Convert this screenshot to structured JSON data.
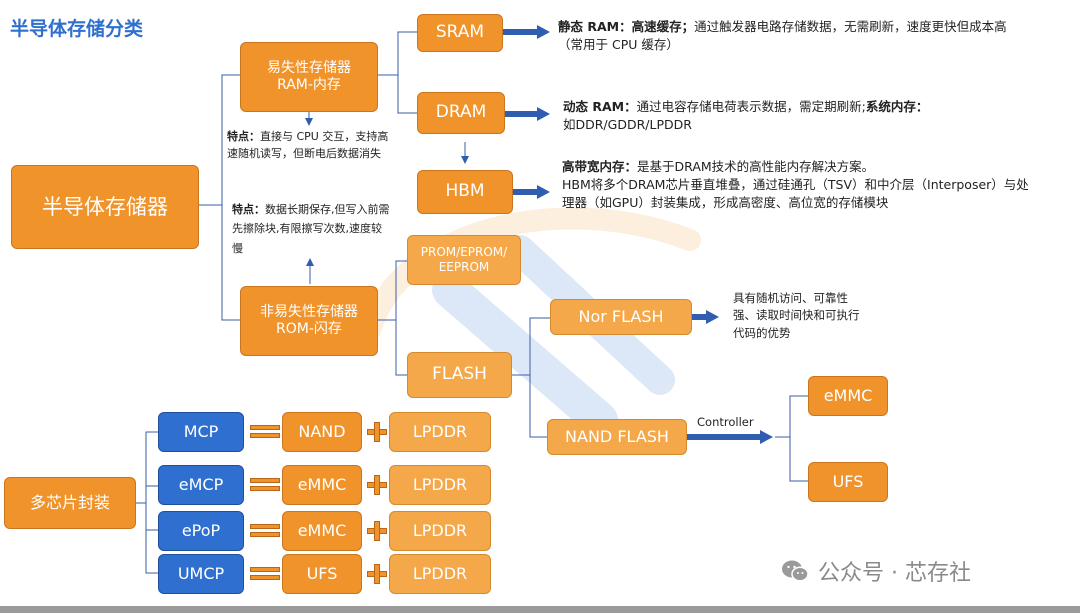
{
  "title": "半导体存储分类",
  "root": "半导体存储器",
  "volatile": {
    "line1": "易失性存储器",
    "line2": "RAM-内存",
    "note_bold": "特点：",
    "note": "直接与 CPU 交互，支持高速随机读写，但断电后数据消失"
  },
  "nonvolatile": {
    "line1": "非易失性存储器",
    "line2": "ROM-闪存",
    "note_bold": "特点：",
    "note": "数据长期保存,但写入前需先擦除块,有限擦写次数,速度较慢"
  },
  "sram": {
    "label": "SRAM",
    "desc_bold": "静态 RAM：高速缓存；",
    "desc": "通过触发器电路存储数据，无需刷新，速度更快但成本高（常用于 CPU 缓存）"
  },
  "dram": {
    "label": "DRAM",
    "desc_a": "动态 RAM：",
    "desc_b": "通过电容存储电荷表示数据，需定期刷新;",
    "desc_c": "系统内存：",
    "desc_d": "如DDR/GDDR/LPDDR"
  },
  "hbm": {
    "label": "HBM",
    "desc_bold": "高带宽内存：",
    "desc_head": "是基于DRAM技术的高性能内存解决方案。",
    "desc_body": "HBM将多个DRAM芯片垂直堆叠，通过硅通孔（TSV）和中介层（Interposer）与处理器（如GPU）封装集成，形成高密度、高位宽的存储模块"
  },
  "prom": {
    "line1": "PROM/EPROM/",
    "line2": "EEPROM"
  },
  "flash": {
    "label": "FLASH"
  },
  "nor": {
    "label": "Nor FLASH",
    "desc": "具有随机访问、可靠性强、读取时间快和可执行代码的优势"
  },
  "nand": {
    "label": "NAND FLASH",
    "controller": "Controller"
  },
  "emmc_out": "eMMC",
  "ufs_out": "UFS",
  "packaging": {
    "root": "多芯片封装",
    "rows": [
      {
        "name": "MCP",
        "a": "NAND",
        "b": "LPDDR"
      },
      {
        "name": "eMCP",
        "a": "eMMC",
        "b": "LPDDR"
      },
      {
        "name": "ePoP",
        "a": "eMMC",
        "b": "LPDDR"
      },
      {
        "name": "UMCP",
        "a": "UFS",
        "b": "LPDDR"
      }
    ]
  },
  "footer": "公众号 · 芯存社",
  "colors": {
    "orange": "#f0932b",
    "blue": "#2f6fcf",
    "arrow": "#2f5db0",
    "title": "#2f6fcf"
  }
}
